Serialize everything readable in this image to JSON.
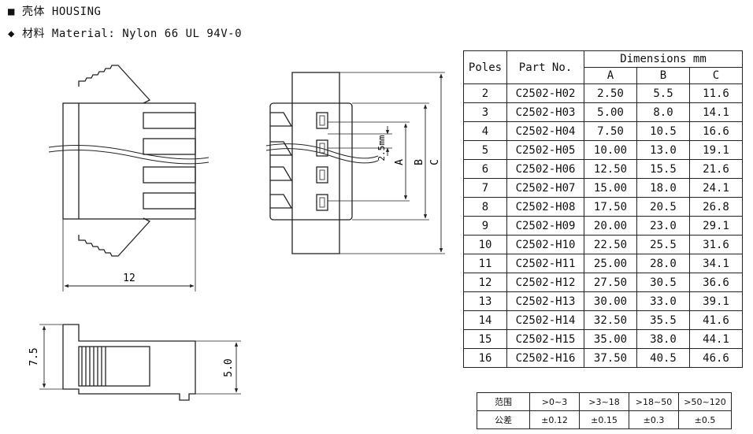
{
  "header": {
    "line1_symbol": "■",
    "line1_text": "壳体 HOUSING",
    "line2_symbol": "◆",
    "line2_text": "材料 Material: Nylon 66 UL 94V-0"
  },
  "drawing_labels": {
    "width_12": "12",
    "height_7_5": "7.5",
    "height_5_0": "5.0",
    "pitch": "2.5mm",
    "dim_a": "A",
    "dim_b": "B",
    "dim_c": "C"
  },
  "table": {
    "col_poles": "Poles",
    "col_part": "Part No.",
    "col_dimensions": "Dimensions mm",
    "col_a": "A",
    "col_b": "B",
    "col_c": "C",
    "rows": [
      {
        "poles": "2",
        "part": "C2502-H02",
        "a": "2.50",
        "b": "5.5",
        "c": "11.6"
      },
      {
        "poles": "3",
        "part": "C2502-H03",
        "a": "5.00",
        "b": "8.0",
        "c": "14.1"
      },
      {
        "poles": "4",
        "part": "C2502-H04",
        "a": "7.50",
        "b": "10.5",
        "c": "16.6"
      },
      {
        "poles": "5",
        "part": "C2502-H05",
        "a": "10.00",
        "b": "13.0",
        "c": "19.1"
      },
      {
        "poles": "6",
        "part": "C2502-H06",
        "a": "12.50",
        "b": "15.5",
        "c": "21.6"
      },
      {
        "poles": "7",
        "part": "C2502-H07",
        "a": "15.00",
        "b": "18.0",
        "c": "24.1"
      },
      {
        "poles": "8",
        "part": "C2502-H08",
        "a": "17.50",
        "b": "20.5",
        "c": "26.8"
      },
      {
        "poles": "9",
        "part": "C2502-H09",
        "a": "20.00",
        "b": "23.0",
        "c": "29.1"
      },
      {
        "poles": "10",
        "part": "C2502-H10",
        "a": "22.50",
        "b": "25.5",
        "c": "31.6"
      },
      {
        "poles": "11",
        "part": "C2502-H11",
        "a": "25.00",
        "b": "28.0",
        "c": "34.1"
      },
      {
        "poles": "12",
        "part": "C2502-H12",
        "a": "27.50",
        "b": "30.5",
        "c": "36.6"
      },
      {
        "poles": "13",
        "part": "C2502-H13",
        "a": "30.00",
        "b": "33.0",
        "c": "39.1"
      },
      {
        "poles": "14",
        "part": "C2502-H14",
        "a": "32.50",
        "b": "35.5",
        "c": "41.6"
      },
      {
        "poles": "15",
        "part": "C2502-H15",
        "a": "35.00",
        "b": "38.0",
        "c": "44.1"
      },
      {
        "poles": "16",
        "part": "C2502-H16",
        "a": "37.50",
        "b": "40.5",
        "c": "46.6"
      }
    ]
  },
  "tolerance": {
    "range_label": "范围",
    "tol_label": "公差",
    "ranges": [
      ">0~3",
      ">3~18",
      ">18~50",
      ">50~120"
    ],
    "tols": [
      "±0.12",
      "±0.15",
      "±0.3",
      "±0.5"
    ]
  }
}
